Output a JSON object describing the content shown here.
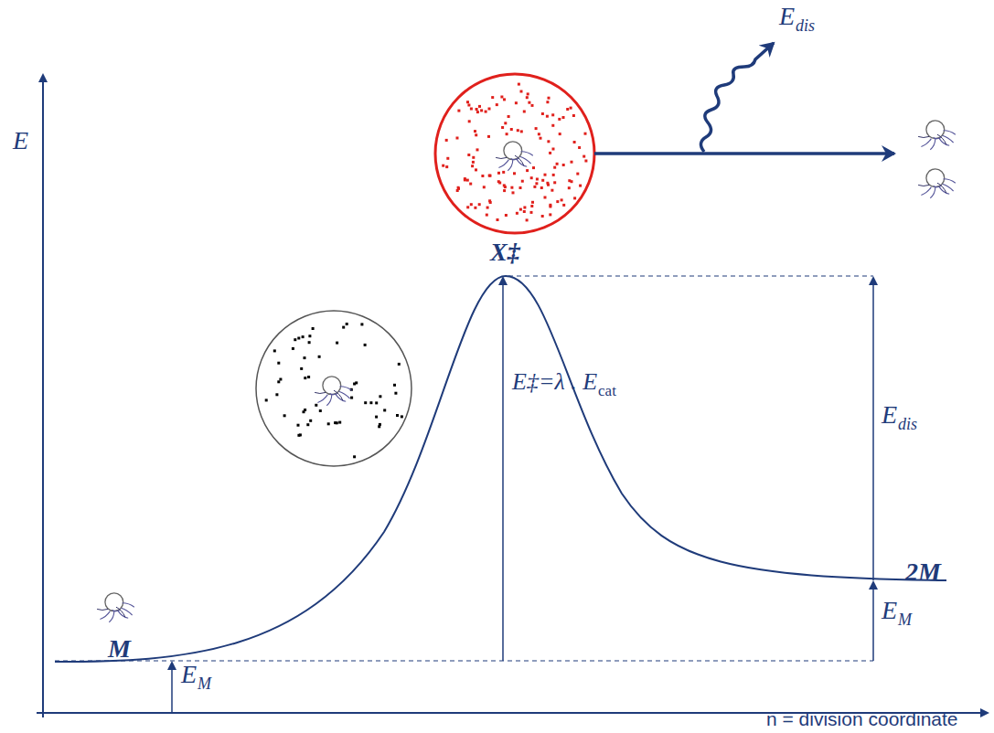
{
  "diagram": {
    "labels": [
      "E",
      "E",
      "dis",
      "X‡",
      "E‡=λ . E",
      "cat",
      "E",
      "dis",
      "2M",
      "M",
      "E",
      "M",
      "E",
      "M",
      "n = division coordinate"
    ]
  }
}
